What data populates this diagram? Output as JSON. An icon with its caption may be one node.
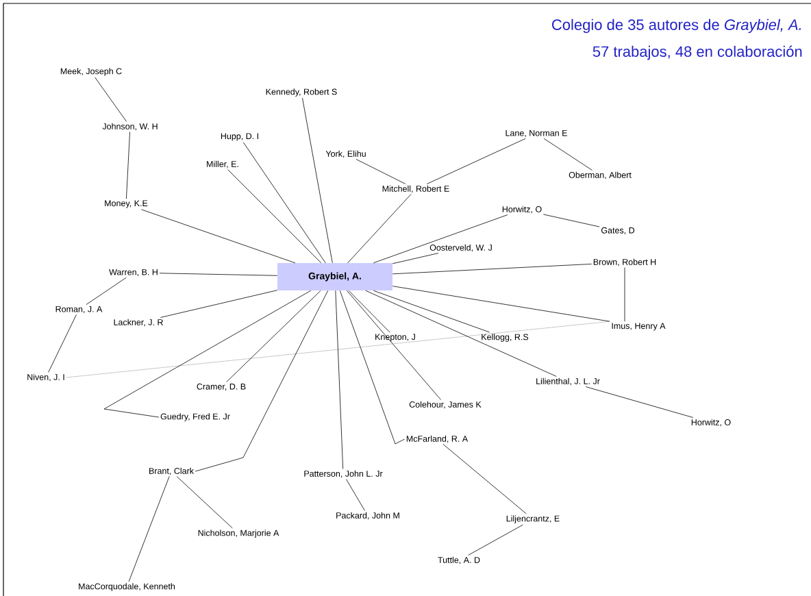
{
  "diagram": {
    "title": "Colegio de  35 autores de *Graybiel, A.*",
    "nodes": [
      {
        "text": [
          "Graybiel, A."
        ]
      },
      {
        "text": [
          "Meek, Joseph C"
        ]
      },
      {
        "text": [
          "Kennedy, Robert S"
        ]
      },
      {
        "text": [
          "Johnson, W. H"
        ]
      },
      {
        "text": [
          "Hupp, D. I"
        ]
      },
      {
        "text": [
          "Lane, Norman E"
        ]
      },
      {
        "text": [
          "York, Elihu"
        ]
      },
      {
        "text": [
          "Miller, E."
        ]
      },
      {
        "text": [
          "Oberman, Albert"
        ]
      },
      {
        "text": [
          "Mitchell, Robert E"
        ]
      },
      {
        "text": [
          "Money, K.E"
        ]
      },
      {
        "text": [
          "Horwitz, O"
        ]
      },
      {
        "text": [
          "Gates, D"
        ]
      },
      {
        "text": [
          "Oosterveld, W. J"
        ]
      },
      {
        "text": [
          "Brown, Robert H"
        ]
      },
      {
        "text": [
          "Warren, B. H"
        ]
      },
      {
        "text": [
          "Roman, J. A"
        ]
      },
      {
        "text": [
          "Imus, Henry A"
        ]
      },
      {
        "text": [
          "Lackner, J. R"
        ]
      },
      {
        "text": [
          "Knepton, J"
        ]
      },
      {
        "text": [
          "Kellogg, R.S"
        ]
      },
      {
        "text": [
          "Niven, J. I"
        ]
      },
      {
        "text": [
          "Lilienthal, J. L. Jr"
        ]
      },
      {
        "text": [
          "Cramer, D. B"
        ]
      },
      {
        "text": [
          "Colehour, James K"
        ]
      },
      {
        "text": [
          "Guedry, Fred E. Jr"
        ]
      },
      {
        "text": [
          "Horwitz, O"
        ]
      },
      {
        "text": [
          "McFarland, R. A"
        ]
      },
      {
        "text": [
          "Brant, Clark"
        ]
      },
      {
        "text": [
          "Patterson, John L. Jr"
        ]
      },
      {
        "text": [
          "Packard, John M"
        ]
      },
      {
        "text": [
          "Nicholson, Marjorie A"
        ]
      },
      {
        "text": [
          "Liljencrantz, E"
        ]
      },
      {
        "text": [
          "Tuttle, A. D"
        ]
      },
      {
        "text": [
          "MacCorquodale, Kenneth"
        ]
      }
    ],
    "edges": [
      {
        "from": 0,
        "to": 2,
        "arrow": "none"
      },
      {
        "from": 0,
        "to": 4,
        "arrow": "none"
      },
      {
        "from": 0,
        "to": 7,
        "arrow": "none"
      },
      {
        "from": 0,
        "to": 10,
        "arrow": "none"
      },
      {
        "from": 0,
        "to": 9,
        "arrow": "none"
      },
      {
        "from": 0,
        "to": 11,
        "arrow": "none"
      },
      {
        "from": 0,
        "to": 13,
        "arrow": "none"
      },
      {
        "from": 0,
        "to": 14,
        "arrow": "none"
      },
      {
        "from": 0,
        "to": 15,
        "arrow": "none"
      },
      {
        "from": 0,
        "to": 17,
        "arrow": "none"
      },
      {
        "from": 0,
        "to": 18,
        "arrow": "none"
      },
      {
        "from": 0,
        "to": 19,
        "arrow": "none"
      },
      {
        "from": 0,
        "to": 20,
        "arrow": "none"
      },
      {
        "from": 0,
        "to": 22,
        "arrow": "none"
      },
      {
        "from": 0,
        "to": 23,
        "arrow": "none"
      },
      {
        "from": 0,
        "to": 25,
        "arrow": "none"
      },
      {
        "from": 0,
        "to": 28,
        "arrow": "none"
      },
      {
        "from": 0,
        "to": 29,
        "arrow": "none"
      },
      {
        "from": 0,
        "to": 24,
        "arrow": "none"
      },
      {
        "from": 0,
        "to": 27,
        "arrow": "none"
      },
      {
        "from": 1,
        "to": 3,
        "arrow": "none"
      },
      {
        "from": 3,
        "to": 10,
        "arrow": "none"
      },
      {
        "from": 6,
        "to": 9,
        "arrow": "none"
      },
      {
        "from": 9,
        "to": 5,
        "arrow": "none"
      },
      {
        "from": 5,
        "to": 8,
        "arrow": "none"
      },
      {
        "from": 11,
        "to": 12,
        "arrow": "none"
      },
      {
        "from": 14,
        "to": 17,
        "arrow": "none"
      },
      {
        "from": 15,
        "to": 16,
        "arrow": "none"
      },
      {
        "from": 16,
        "to": 21,
        "arrow": "none"
      },
      {
        "from": 21,
        "to": 17,
        "arrow": "none",
        "style": "dashed"
      },
      {
        "from": 22,
        "to": 26,
        "arrow": "none"
      },
      {
        "from": 27,
        "to": 32,
        "arrow": "none"
      },
      {
        "from": 32,
        "to": 33,
        "arrow": "none"
      },
      {
        "from": 29,
        "to": 30,
        "arrow": "none"
      },
      {
        "from": 28,
        "to": 31,
        "arrow": "none"
      },
      {
        "from": 28,
        "to": 34,
        "arrow": "none"
      }
    ],
    "labels": [
      "57 trabajos, 48 en colaboración"
    ]
  }
}
